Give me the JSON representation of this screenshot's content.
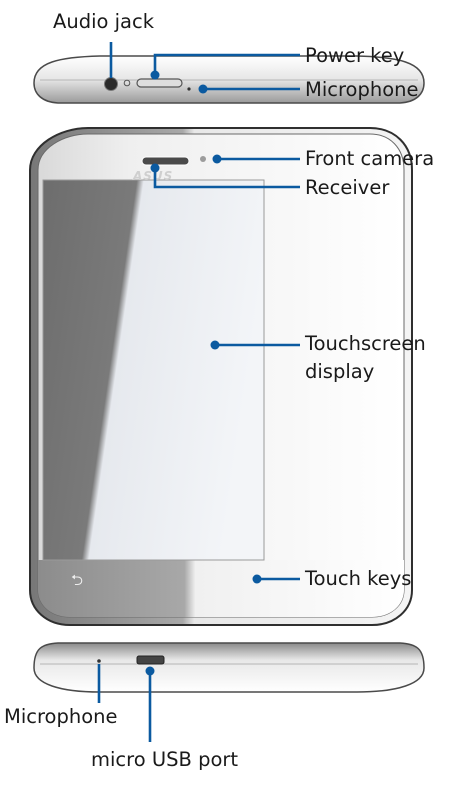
{
  "labels": {
    "audio_jack": "Audio jack",
    "power_key": "Power key",
    "microphone_top": "Microphone",
    "front_camera": "Front camera",
    "receiver": "Receiver",
    "touchscreen_line1": "Touchscreen",
    "touchscreen_line2": "display",
    "touch_keys": "Touch keys",
    "microphone_bottom": "Microphone",
    "micro_usb": "micro USB port"
  },
  "brand_logo_text": "ASUS",
  "colors": {
    "callout": "#0b5aa0",
    "screen_dark": "#6e6e6e",
    "screen_light": "#e9ecf0",
    "bezel": "#f6f6f6",
    "outline": "#3a3a3a"
  }
}
